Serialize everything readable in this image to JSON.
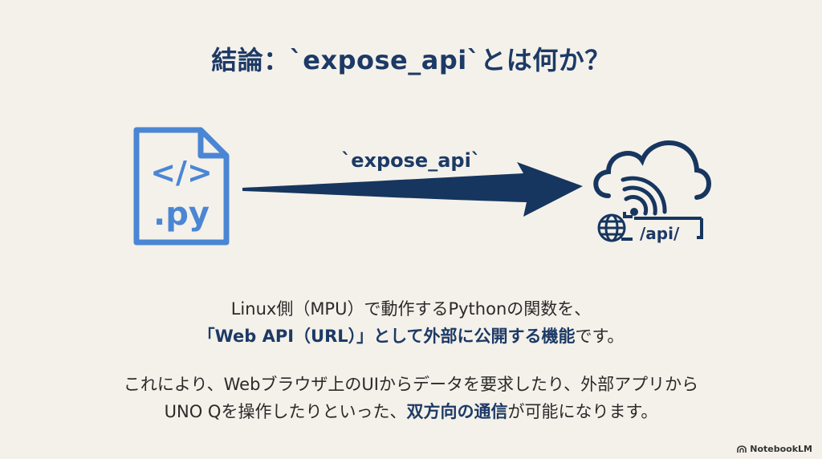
{
  "title": "結論：`expose_api`とは何か？",
  "diagram": {
    "file_label": ".py",
    "file_code": "</>",
    "arrow_label": "`expose_api`",
    "endpoint_label": "/api/"
  },
  "description": {
    "line1": "Linux側（MPU）で動作するPythonの関数を、",
    "line2_highlight": "「Web API（URL）」として外部に公開する機能",
    "line2_rest": "です。",
    "line3": "これにより、Webブラウザ上のUIからデータを要求したり、外部アプリから",
    "line4_pre": "UNO Qを操作したりといった、",
    "line4_highlight": "双方向の通信",
    "line4_post": "が可能になります。"
  },
  "brand": "NotebookLM",
  "colors": {
    "background": "#f4f1ea",
    "title": "#1d3a66",
    "file_icon": "#4a86d4",
    "arrow": "#16365f"
  }
}
